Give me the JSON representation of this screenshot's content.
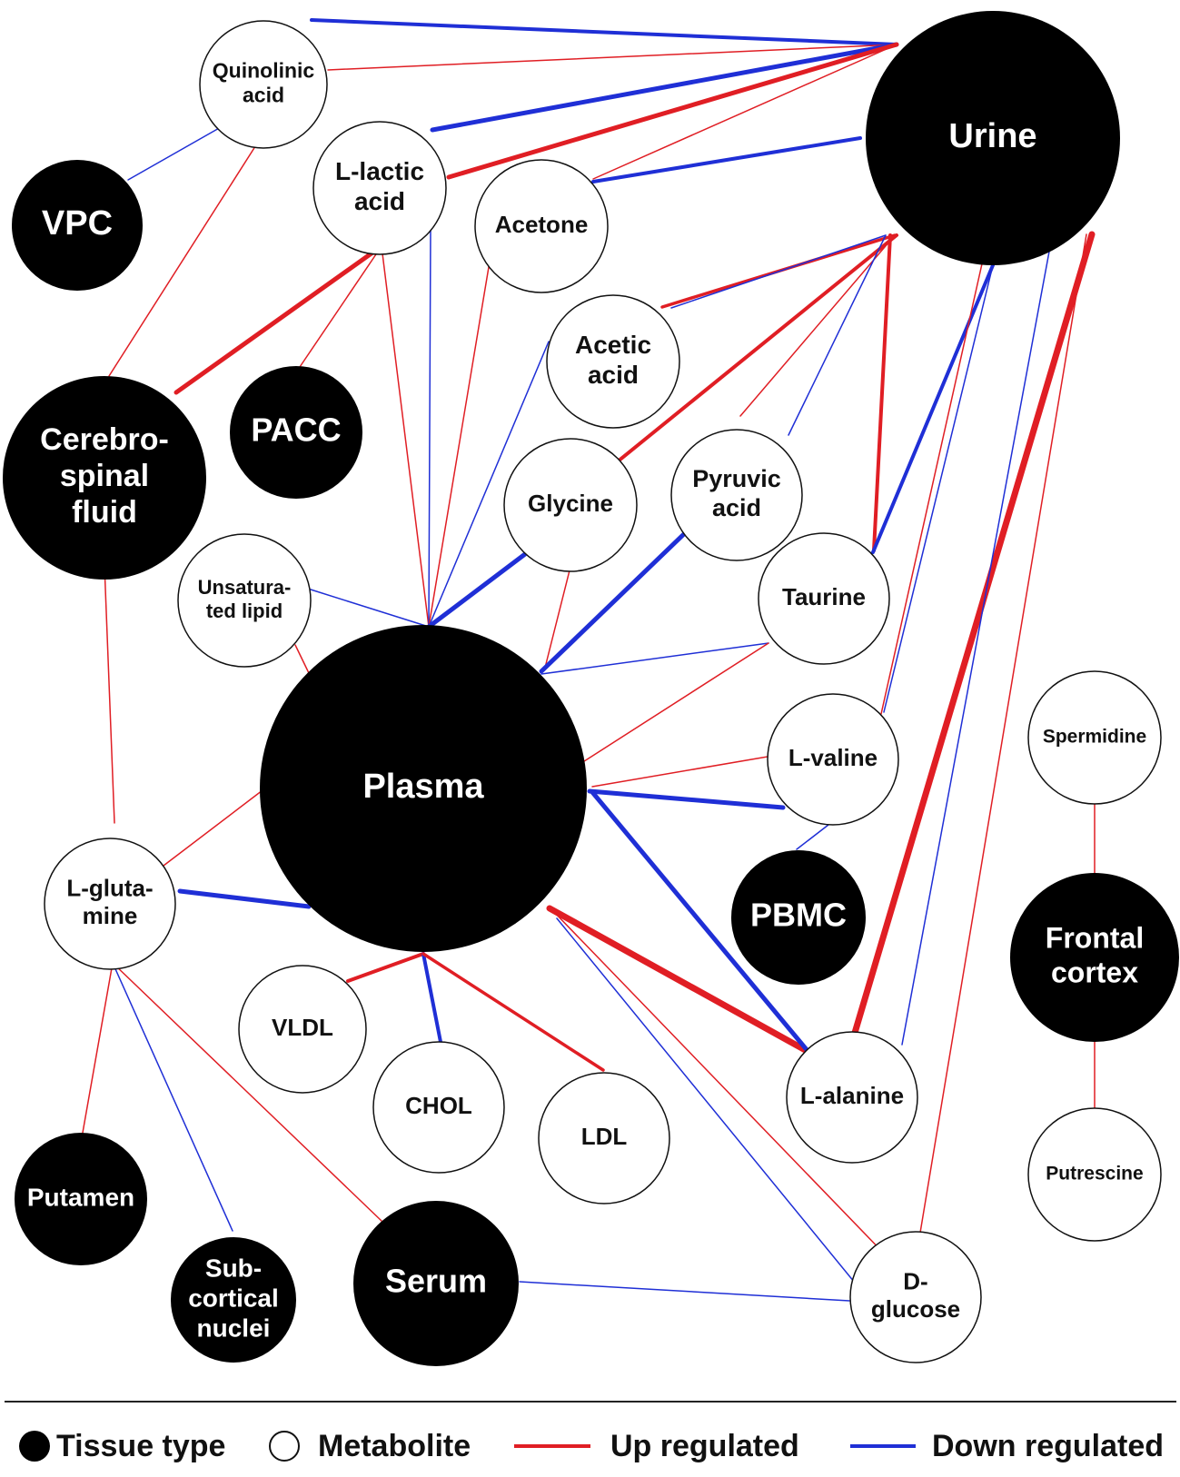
{
  "colors": {
    "up": "#e01e24",
    "down": "#1f2fd6",
    "tissue": "#000000",
    "metabolite": "#ffffff",
    "text_on_tissue": "#ffffff",
    "text_on_metabolite": "#111111"
  },
  "nodes": [
    {
      "id": "urine",
      "type": "tissue",
      "lines": [
        "Urine"
      ]
    },
    {
      "id": "plasma",
      "type": "tissue",
      "lines": [
        "Plasma"
      ]
    },
    {
      "id": "vpc",
      "type": "tissue",
      "lines": [
        "VPC"
      ]
    },
    {
      "id": "csf",
      "type": "tissue",
      "lines": [
        "Cerebro-",
        "spinal",
        "fluid"
      ]
    },
    {
      "id": "pacc",
      "type": "tissue",
      "lines": [
        "PACC"
      ]
    },
    {
      "id": "pbmc",
      "type": "tissue",
      "lines": [
        "PBMC"
      ]
    },
    {
      "id": "frontal",
      "type": "tissue",
      "lines": [
        "Frontal",
        "cortex"
      ]
    },
    {
      "id": "putamen",
      "type": "tissue",
      "lines": [
        "Putamen"
      ]
    },
    {
      "id": "subcort",
      "type": "tissue",
      "lines": [
        "Sub-",
        "cortical",
        "nuclei"
      ]
    },
    {
      "id": "serum",
      "type": "tissue",
      "lines": [
        "Serum"
      ]
    },
    {
      "id": "quin",
      "type": "metabolite",
      "lines": [
        "Quinolinic",
        "acid"
      ]
    },
    {
      "id": "lactic",
      "type": "metabolite",
      "lines": [
        "L-lactic",
        "acid"
      ]
    },
    {
      "id": "acetone",
      "type": "metabolite",
      "lines": [
        "Acetone"
      ]
    },
    {
      "id": "acetic",
      "type": "metabolite",
      "lines": [
        "Acetic",
        "acid"
      ]
    },
    {
      "id": "glycine",
      "type": "metabolite",
      "lines": [
        "Glycine"
      ]
    },
    {
      "id": "pyruvic",
      "type": "metabolite",
      "lines": [
        "Pyruvic",
        "acid"
      ]
    },
    {
      "id": "taurine",
      "type": "metabolite",
      "lines": [
        "Taurine"
      ]
    },
    {
      "id": "unsat",
      "type": "metabolite",
      "lines": [
        "Unsatura-",
        "ted lipid"
      ]
    },
    {
      "id": "valine",
      "type": "metabolite",
      "lines": [
        "L-valine"
      ]
    },
    {
      "id": "glutamine",
      "type": "metabolite",
      "lines": [
        "L-gluta-",
        "mine"
      ]
    },
    {
      "id": "spermidine",
      "type": "metabolite",
      "lines": [
        "Spermidine"
      ]
    },
    {
      "id": "putrescine",
      "type": "metabolite",
      "lines": [
        "Putrescine"
      ]
    },
    {
      "id": "vldl",
      "type": "metabolite",
      "lines": [
        "VLDL"
      ]
    },
    {
      "id": "chol",
      "type": "metabolite",
      "lines": [
        "CHOL"
      ]
    },
    {
      "id": "ldl",
      "type": "metabolite",
      "lines": [
        "LDL"
      ]
    },
    {
      "id": "alanine",
      "type": "metabolite",
      "lines": [
        "L-alanine"
      ]
    },
    {
      "id": "glucose",
      "type": "metabolite",
      "lines": [
        "D-",
        "glucose"
      ]
    }
  ],
  "edges": [
    {
      "from": "quin",
      "to": "urine",
      "reg": "down"
    },
    {
      "from": "quin",
      "to": "urine",
      "reg": "up"
    },
    {
      "from": "quin",
      "to": "vpc",
      "reg": "down"
    },
    {
      "from": "quin",
      "to": "csf",
      "reg": "up"
    },
    {
      "from": "lactic",
      "to": "urine",
      "reg": "down"
    },
    {
      "from": "lactic",
      "to": "urine",
      "reg": "up"
    },
    {
      "from": "lactic",
      "to": "csf",
      "reg": "up"
    },
    {
      "from": "lactic",
      "to": "pacc",
      "reg": "up"
    },
    {
      "from": "lactic",
      "to": "plasma",
      "reg": "up"
    },
    {
      "from": "lactic",
      "to": "plasma",
      "reg": "down"
    },
    {
      "from": "acetone",
      "to": "urine",
      "reg": "down"
    },
    {
      "from": "acetone",
      "to": "urine",
      "reg": "up"
    },
    {
      "from": "acetone",
      "to": "plasma",
      "reg": "up"
    },
    {
      "from": "acetic",
      "to": "urine",
      "reg": "up"
    },
    {
      "from": "acetic",
      "to": "urine",
      "reg": "down"
    },
    {
      "from": "acetic",
      "to": "plasma",
      "reg": "down"
    },
    {
      "from": "glycine",
      "to": "urine",
      "reg": "up"
    },
    {
      "from": "glycine",
      "to": "plasma",
      "reg": "down"
    },
    {
      "from": "glycine",
      "to": "plasma",
      "reg": "up"
    },
    {
      "from": "pyruvic",
      "to": "urine",
      "reg": "up"
    },
    {
      "from": "pyruvic",
      "to": "urine",
      "reg": "down"
    },
    {
      "from": "pyruvic",
      "to": "plasma",
      "reg": "down"
    },
    {
      "from": "taurine",
      "to": "urine",
      "reg": "up"
    },
    {
      "from": "taurine",
      "to": "urine",
      "reg": "down"
    },
    {
      "from": "taurine",
      "to": "plasma",
      "reg": "down"
    },
    {
      "from": "taurine",
      "to": "plasma",
      "reg": "up"
    },
    {
      "from": "unsat",
      "to": "plasma",
      "reg": "down"
    },
    {
      "from": "unsat",
      "to": "plasma",
      "reg": "up"
    },
    {
      "from": "valine",
      "to": "urine",
      "reg": "up"
    },
    {
      "from": "valine",
      "to": "urine",
      "reg": "down"
    },
    {
      "from": "valine",
      "to": "plasma",
      "reg": "down"
    },
    {
      "from": "valine",
      "to": "plasma",
      "reg": "up"
    },
    {
      "from": "valine",
      "to": "pbmc",
      "reg": "down"
    },
    {
      "from": "glutamine",
      "to": "plasma",
      "reg": "down"
    },
    {
      "from": "glutamine",
      "to": "plasma",
      "reg": "up"
    },
    {
      "from": "glutamine",
      "to": "csf",
      "reg": "up"
    },
    {
      "from": "glutamine",
      "to": "putamen",
      "reg": "up"
    },
    {
      "from": "glutamine",
      "to": "subcort",
      "reg": "down"
    },
    {
      "from": "glutamine",
      "to": "serum",
      "reg": "up"
    },
    {
      "from": "vldl",
      "to": "plasma",
      "reg": "up"
    },
    {
      "from": "chol",
      "to": "plasma",
      "reg": "down"
    },
    {
      "from": "ldl",
      "to": "plasma",
      "reg": "up"
    },
    {
      "from": "alanine",
      "to": "plasma",
      "reg": "up"
    },
    {
      "from": "alanine",
      "to": "plasma",
      "reg": "down"
    },
    {
      "from": "alanine",
      "to": "urine",
      "reg": "up"
    },
    {
      "from": "alanine",
      "to": "urine",
      "reg": "down"
    },
    {
      "from": "glucose",
      "to": "plasma",
      "reg": "up"
    },
    {
      "from": "glucose",
      "to": "plasma",
      "reg": "down"
    },
    {
      "from": "glucose",
      "to": "urine",
      "reg": "up"
    },
    {
      "from": "glucose",
      "to": "serum",
      "reg": "down"
    },
    {
      "from": "spermidine",
      "to": "frontal",
      "reg": "up"
    },
    {
      "from": "putrescine",
      "to": "frontal",
      "reg": "up"
    }
  ],
  "legend": {
    "tissue": "Tissue type",
    "metabolite": "Metabolite",
    "up": "Up regulated",
    "down": "Down regulated"
  }
}
